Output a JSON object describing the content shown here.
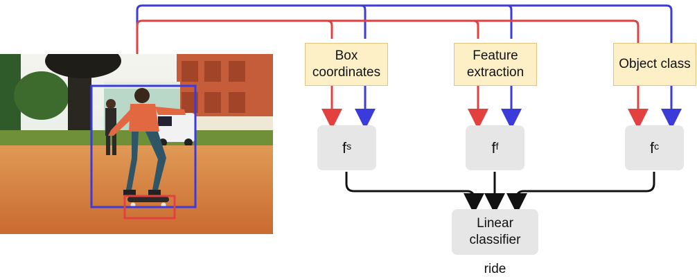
{
  "inputs": {
    "box_coordinates": "Box\ncoordinates",
    "feature_extraction": "Feature\nextraction",
    "object_class": "Object class"
  },
  "functions": {
    "spatial": {
      "base": "f",
      "sup": "s"
    },
    "feature": {
      "base": "f",
      "sup": "f"
    },
    "class": {
      "base": "f",
      "sup": "c"
    }
  },
  "classifier": "Linear\nclassifier",
  "output": "ride",
  "colors": {
    "subject_box": "#3b3bdc",
    "object_box": "#e34040",
    "input_fill": "#fdf0c6",
    "function_fill": "#e6e6e6"
  }
}
